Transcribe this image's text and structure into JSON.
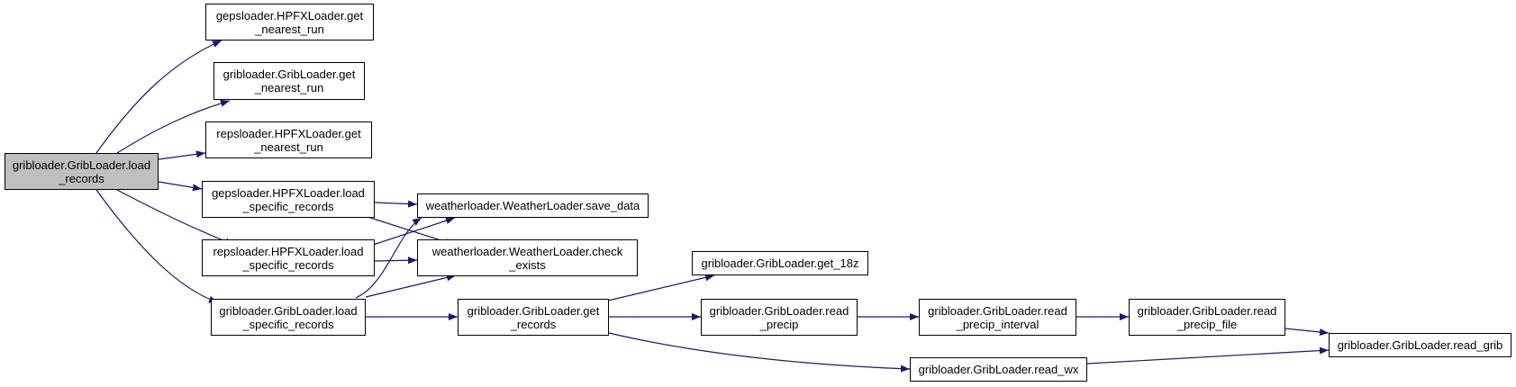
{
  "root_node": {
    "label": "gribloader.GribLoader.load\n_records"
  },
  "nodes": {
    "n1": "gepsloader.HPFXLoader.get\n_nearest_run",
    "n2": "gribloader.GribLoader.get\n_nearest_run",
    "n3": "repsloader.HPFXLoader.get\n_nearest_run",
    "n4": "gepsloader.HPFXLoader.load\n_specific_records",
    "n5": "repsloader.HPFXLoader.load\n_specific_records",
    "n6": "gribloader.GribLoader.load\n_specific_records",
    "n7": "weatherloader.WeatherLoader.save_data",
    "n8": "weatherloader.WeatherLoader.check\n_exists",
    "n9": "gribloader.GribLoader.get\n_records",
    "n10": "gribloader.GribLoader.get_18z",
    "n11": "gribloader.GribLoader.read\n_precip",
    "n12": "gribloader.GribLoader.read_wx",
    "n13": "gribloader.GribLoader.read\n_precip_interval",
    "n14": "gribloader.GribLoader.read\n_precip_file",
    "n15": "gribloader.GribLoader.read_grib"
  },
  "edge_color": "#191970"
}
